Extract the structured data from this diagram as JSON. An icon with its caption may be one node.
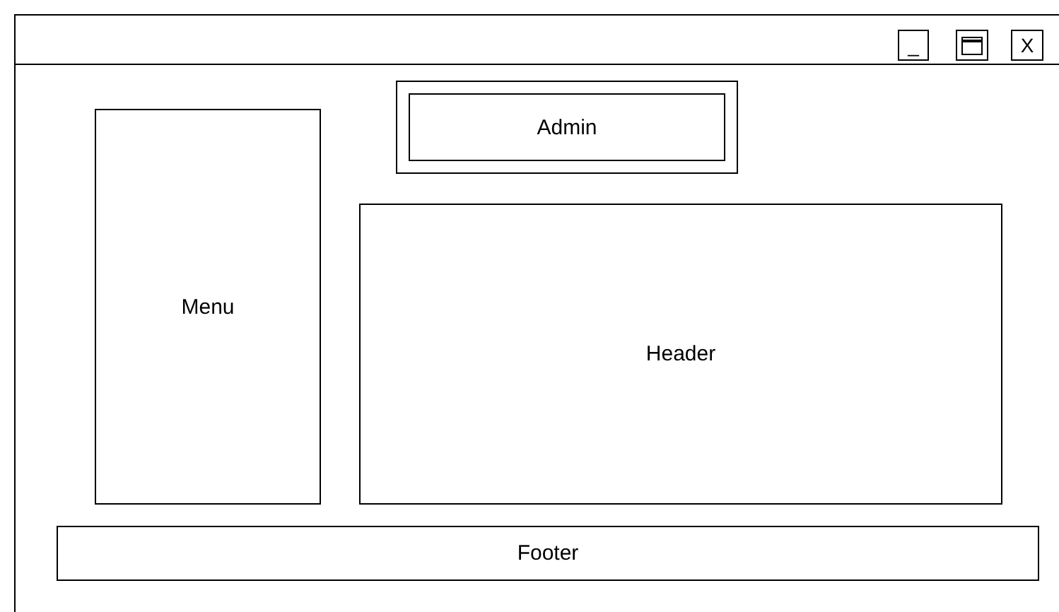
{
  "diagram": {
    "nodes": [
      {
        "text": [],
        "shape": "box"
      },
      {
        "text": [
          "_"
        ],
        "in": 0
      },
      {
        "text": [],
        "shape": "box",
        "in": 0
      },
      {
        "text": [
          "X"
        ],
        "in": 0
      },
      {
        "text": [
          "Admin"
        ],
        "in": 0
      },
      {
        "text": [
          "Menu"
        ],
        "in": 0
      },
      {
        "text": [
          "Header"
        ],
        "in": 0
      },
      {
        "text": [
          "Footer"
        ],
        "in": 0
      }
    ]
  }
}
